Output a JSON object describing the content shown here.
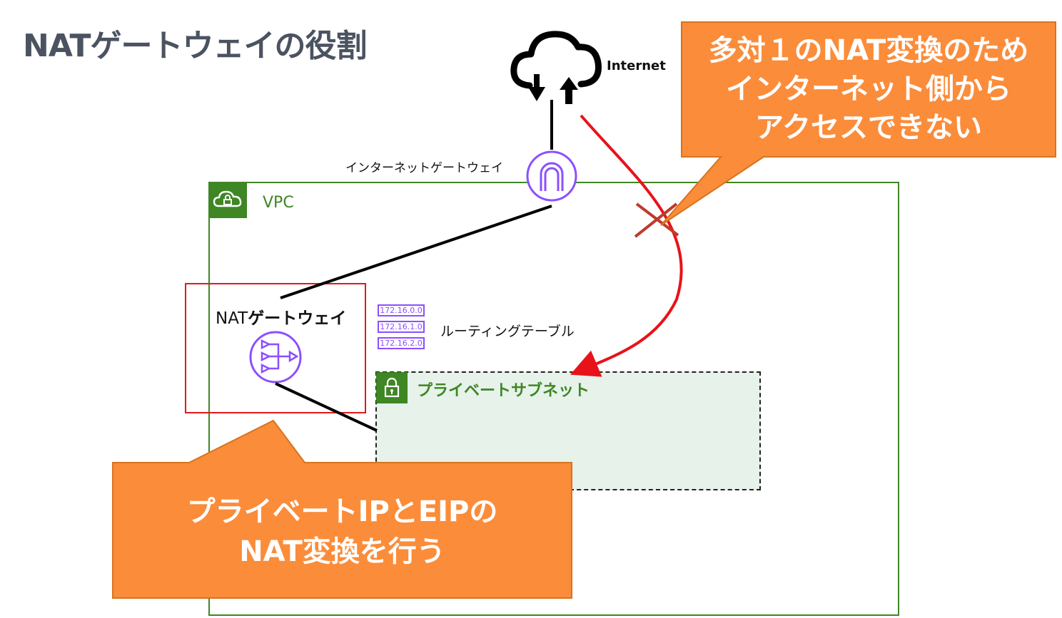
{
  "title": "NATゲートウェイの役割",
  "internet_label": "Internet",
  "igw_label": "インターネットゲートウェイ",
  "vpc_label": "VPC",
  "nat": {
    "label_prefix": "NAT",
    "label_suffix": "ゲートウェイ"
  },
  "routing_table": {
    "label": "ルーティングテーブル",
    "entries": [
      "172.16.0.0",
      "172.16.1.0",
      "172.16.2.0"
    ]
  },
  "subnet_label": "プライベートサブネット",
  "callout_top": {
    "line1": "多対１のNAT変換のため",
    "line2": "インターネット側から",
    "line3": "アクセスできない"
  },
  "callout_bottom": {
    "line1": "プライベートIPとEIPの",
    "line2": "NAT変換を行う"
  },
  "colors": {
    "vpc_green": "#3f8624",
    "callout_orange": "#fb8c3a",
    "callout_border": "#d8731f",
    "nat_box_red": "#e0191c",
    "arrow_red": "#e8121a",
    "icon_purple": "#8c4fff",
    "title_gray": "#4b5361",
    "subnet_fill": "#e6f2ea"
  }
}
